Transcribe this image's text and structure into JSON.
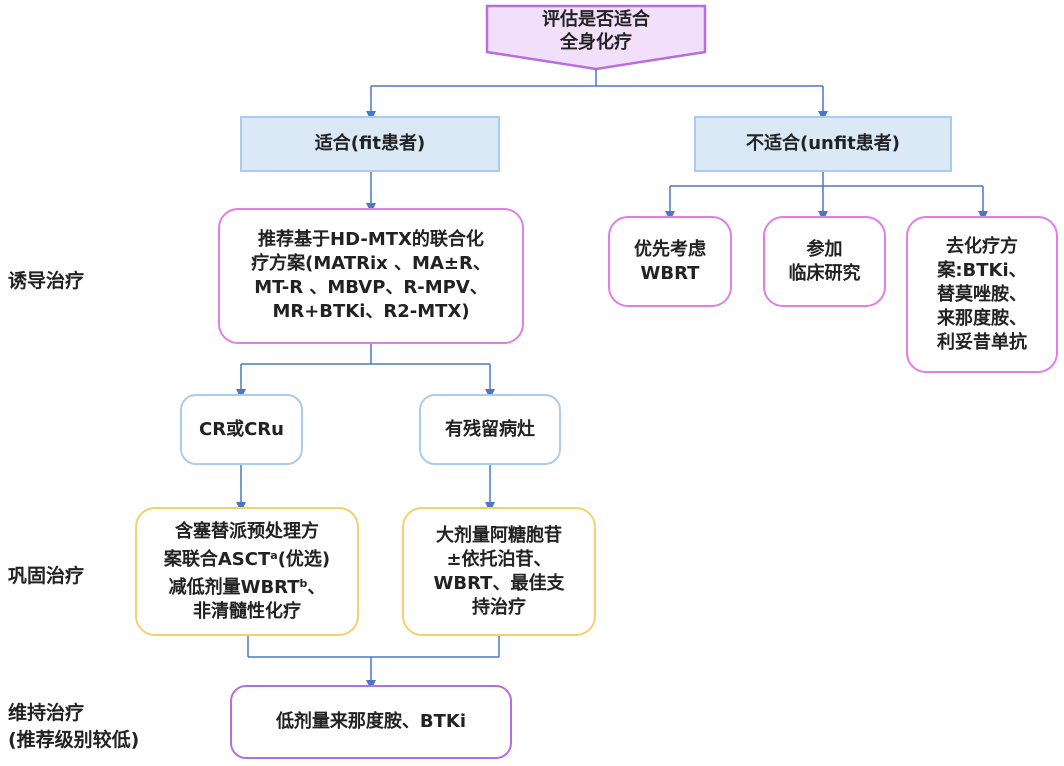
{
  "colors": {
    "connector": "#4a78c2",
    "pink_border": "#e07ee6",
    "blue_border": "#a9ccef",
    "blue_fill": "#dbe9f7",
    "yellow_border": "#f2d16e",
    "purple_border": "#b86de0",
    "top_fill": "#f2e0fb"
  },
  "top": {
    "line1": "评估是否适合",
    "line2": "全身化疗"
  },
  "fit": {
    "label": "适合(fit患者)"
  },
  "unfit": {
    "label": "不适合(unfit患者)"
  },
  "induction": {
    "lines": [
      "推荐基于HD-MTX的联合化",
      "疗方案(MATRix 、MA±R、",
      "MT-R 、MBVP、R-MPV、",
      "MR+BTKi、R2-MTX)"
    ]
  },
  "unfit_options": [
    {
      "lines": [
        "优先考虑",
        "WBRT"
      ]
    },
    {
      "lines": [
        "参加",
        "临床研究"
      ]
    },
    {
      "lines": [
        "去化疗方",
        "案:BTKi、",
        "替莫唑胺、",
        "来那度胺、",
        "利妥昔单抗"
      ]
    }
  ],
  "cr": {
    "label": "CR或CRu"
  },
  "residual": {
    "label": "有残留病灶"
  },
  "consolidation_cr": {
    "line1": "含塞替派预处理方",
    "line2_main": "案联合ASCT",
    "line2_sup": "a",
    "line2_tail": "(优选)",
    "line3_main": "减低剂量WBRT",
    "line3_sup": "b",
    "line3_tail": "、",
    "line4": "非清髓性化疗"
  },
  "consolidation_residual": {
    "lines": [
      "大剂量阿糖胞苷",
      "±依托泊苷、",
      "WBRT、最佳支",
      "持治疗"
    ]
  },
  "maintenance": {
    "label": "低剂量来那度胺、BTKi"
  },
  "stages": {
    "induction": "诱导治疗",
    "consolidation": "巩固治疗",
    "maintenance_line1": "维持治疗",
    "maintenance_line2": "(推荐级别较低)"
  }
}
